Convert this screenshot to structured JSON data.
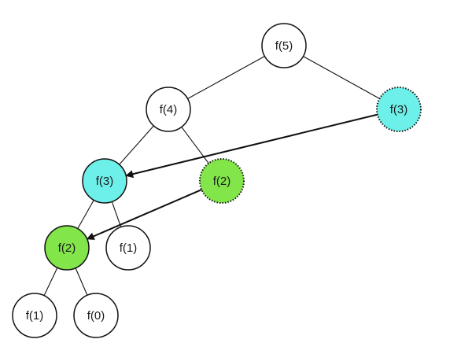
{
  "colors": {
    "stroke": "#111111",
    "node_default": "#ffffff",
    "memo_f3": "#6ef0ea",
    "memo_f2": "#82e64a"
  },
  "tree": {
    "nodes": [
      {
        "id": "f5",
        "label": "f(5)",
        "fill": "default"
      },
      {
        "id": "f4",
        "label": "f(4)",
        "fill": "default"
      },
      {
        "id": "f3_right",
        "label": "f(3)",
        "fill": "memo_f3",
        "dotted": true
      },
      {
        "id": "f3_left",
        "label": "f(3)",
        "fill": "memo_f3"
      },
      {
        "id": "f2_mid",
        "label": "f(2)",
        "fill": "memo_f2",
        "dotted": true
      },
      {
        "id": "f2_left",
        "label": "f(2)",
        "fill": "memo_f2"
      },
      {
        "id": "f1_mid",
        "label": "f(1)",
        "fill": "default"
      },
      {
        "id": "f1_left",
        "label": "f(1)",
        "fill": "default"
      },
      {
        "id": "f0",
        "label": "f(0)",
        "fill": "default"
      }
    ],
    "edges": [
      {
        "from": "f5",
        "to": "f4"
      },
      {
        "from": "f5",
        "to": "f3_right"
      },
      {
        "from": "f4",
        "to": "f3_left"
      },
      {
        "from": "f4",
        "to": "f2_mid"
      },
      {
        "from": "f3_left",
        "to": "f2_left"
      },
      {
        "from": "f3_left",
        "to": "f1_mid"
      },
      {
        "from": "f2_left",
        "to": "f1_left"
      },
      {
        "from": "f2_left",
        "to": "f0"
      }
    ],
    "reuse_arrows": [
      {
        "from": "f3_right",
        "to": "f3_left"
      },
      {
        "from": "f2_mid",
        "to": "f2_left"
      }
    ]
  }
}
